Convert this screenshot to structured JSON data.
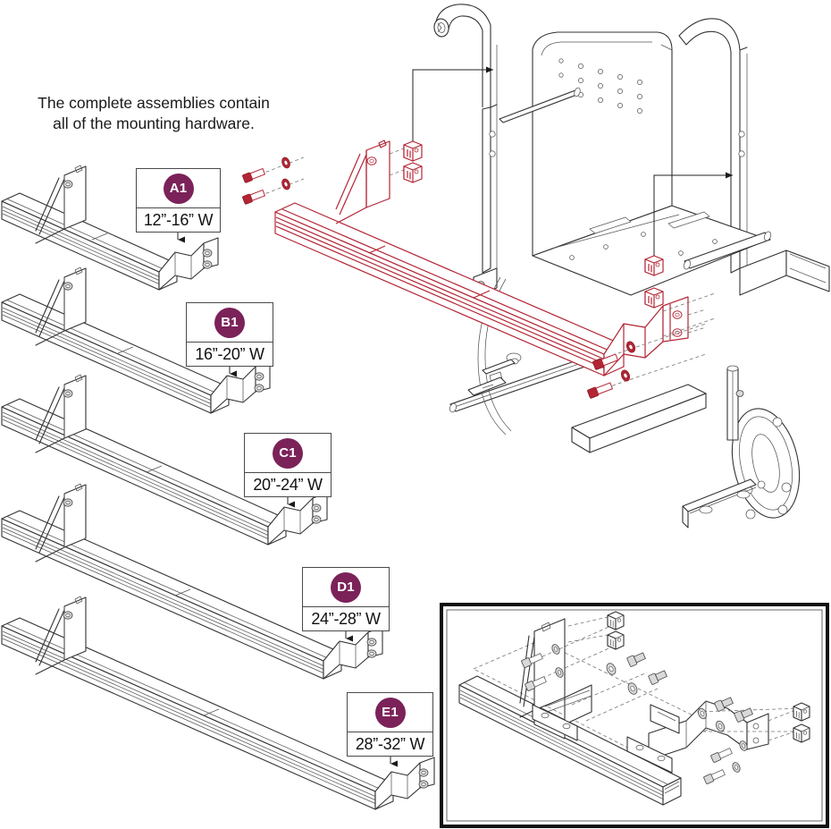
{
  "document": {
    "kind": "exploded-parts-diagram",
    "subject": "Wheelchair accessory mounting rail assemblies"
  },
  "note": {
    "line1": "The complete assemblies contain",
    "line2": "all of the mounting hardware."
  },
  "colors": {
    "badge_purple": "#7B2259",
    "highlight_red": "#B32535",
    "line_gray": "#4a4a4a",
    "drawing_line": "#333333",
    "background": "#ffffff"
  },
  "callouts": [
    {
      "id": "A1",
      "range": "12”-16” W",
      "assembly": "assembly-a1"
    },
    {
      "id": "B1",
      "range": "16”-20” W",
      "assembly": "assembly-b1"
    },
    {
      "id": "C1",
      "range": "20”-24” W",
      "assembly": "assembly-c1"
    },
    {
      "id": "D1",
      "range": "24”-28” W",
      "assembly": "assembly-d1"
    },
    {
      "id": "E1",
      "range": "28”-32” W",
      "assembly": "assembly-e1"
    }
  ],
  "assemblies": {
    "count": 5,
    "components": [
      "extruded mounting rail",
      "left angled gusset bracket",
      "right S-offset bracket",
      "mounting studs"
    ]
  },
  "main_drawing": {
    "title_visible": false,
    "highlighted_parts": [
      "mounting rail",
      "left gusset bracket",
      "right S-offset bracket",
      "socket head bolts",
      "washers",
      "square retainer clips"
    ],
    "context_parts": [
      "wheelchair back frame",
      "push handle tube",
      "back canes",
      "seat pan",
      "cross brace",
      "caster mount disc",
      "seat rail"
    ]
  },
  "inset": {
    "border_visible": true,
    "contents": [
      "extruded mounting rail",
      "left gusset bracket",
      "right S-offset bracket",
      "slide plates",
      "socket head bolts",
      "flat washers",
      "shoulder bushings",
      "square retainer clips"
    ]
  }
}
